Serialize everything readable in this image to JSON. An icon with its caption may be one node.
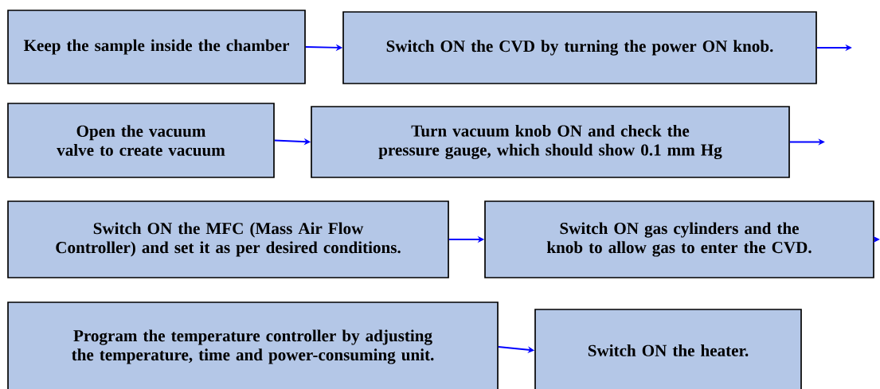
{
  "diagram": {
    "nodes": [
      {
        "text": [
          "Keep the sample inside the chamber"
        ]
      },
      {
        "text": [
          "Switch ON the CVD by turning the power ON knob."
        ]
      },
      {
        "text": [
          "Open the vacuum valve to create vacuum"
        ]
      },
      {
        "text": [
          "Turn vacuum knob ON and check the pressure gauge, which should show 0.1 mm Hg"
        ]
      },
      {
        "text": [
          "Switch ON the MFC (Mass Air Flow Controller) and set it as per desired conditions."
        ]
      },
      {
        "text": [
          "Switch ON gas cylinders and the knob to allow gas to enter the CVD."
        ]
      },
      {
        "text": [
          "Program the temperature controller by adjusting the temperature, time and power-consuming unit."
        ]
      },
      {
        "text": [
          "Switch ON the heater."
        ]
      }
    ],
    "edges": [
      {
        "from": 0,
        "to": 1,
        "arrow": "to"
      },
      {
        "from": 1,
        "to": null,
        "arrow": "to"
      },
      {
        "from": 2,
        "to": 3,
        "arrow": "to"
      },
      {
        "from": 3,
        "to": null,
        "arrow": "to"
      },
      {
        "from": 4,
        "to": 5,
        "arrow": "to"
      },
      {
        "from": 5,
        "to": null,
        "arrow": "to"
      },
      {
        "from": 6,
        "to": 7,
        "arrow": "to"
      }
    ]
  }
}
